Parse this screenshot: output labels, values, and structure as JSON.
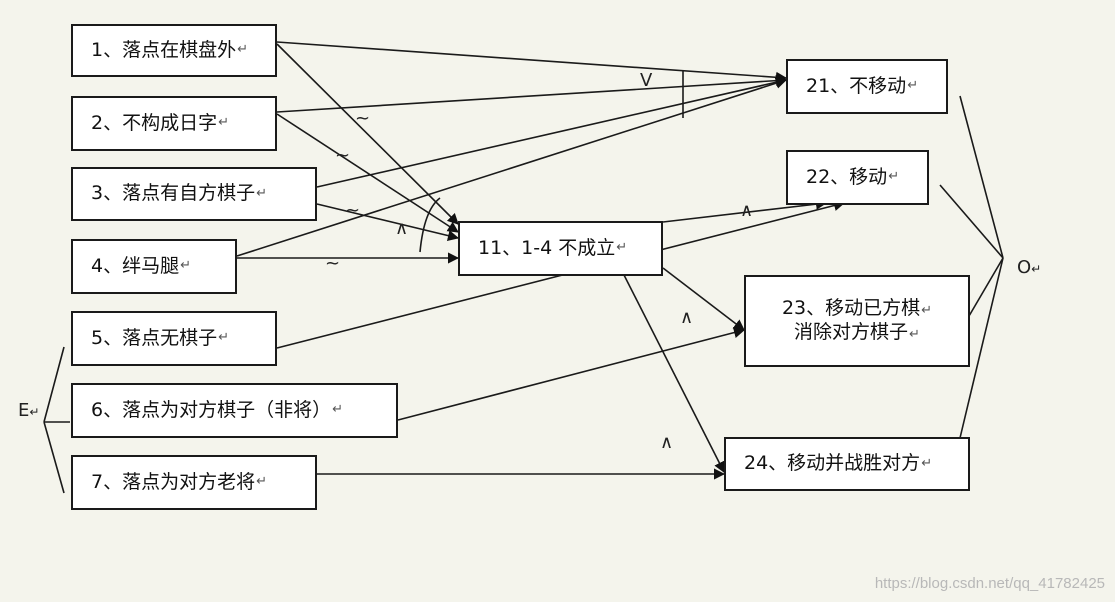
{
  "causes": [
    {
      "id": "c1",
      "label": "1、落点在棋盘外"
    },
    {
      "id": "c2",
      "label": "2、不构成日字"
    },
    {
      "id": "c3",
      "label": "3、落点有自方棋子"
    },
    {
      "id": "c4",
      "label": "4、绊马腿"
    },
    {
      "id": "c5",
      "label": "5、落点无棋子"
    },
    {
      "id": "c6",
      "label": "6、落点为对方棋子（非将）"
    },
    {
      "id": "c7",
      "label": "7、落点为对方老将"
    }
  ],
  "intermediate": {
    "id": "n11",
    "label": "11、1-4 不成立"
  },
  "effects": [
    {
      "id": "e21",
      "label": "21、不移动"
    },
    {
      "id": "e22",
      "label": "22、移动"
    },
    {
      "id": "e23",
      "label_line1": "23、移动已方棋",
      "label_line2": "消除对方棋子"
    },
    {
      "id": "e24",
      "label": "24、移动并战胜对方"
    }
  ],
  "constraints": {
    "left": "E",
    "right": "O"
  },
  "operators": {
    "or": "V",
    "and": "∧",
    "not": "~"
  },
  "return_mark": "↵",
  "watermark": "https://blog.csdn.net/qq_41782425"
}
